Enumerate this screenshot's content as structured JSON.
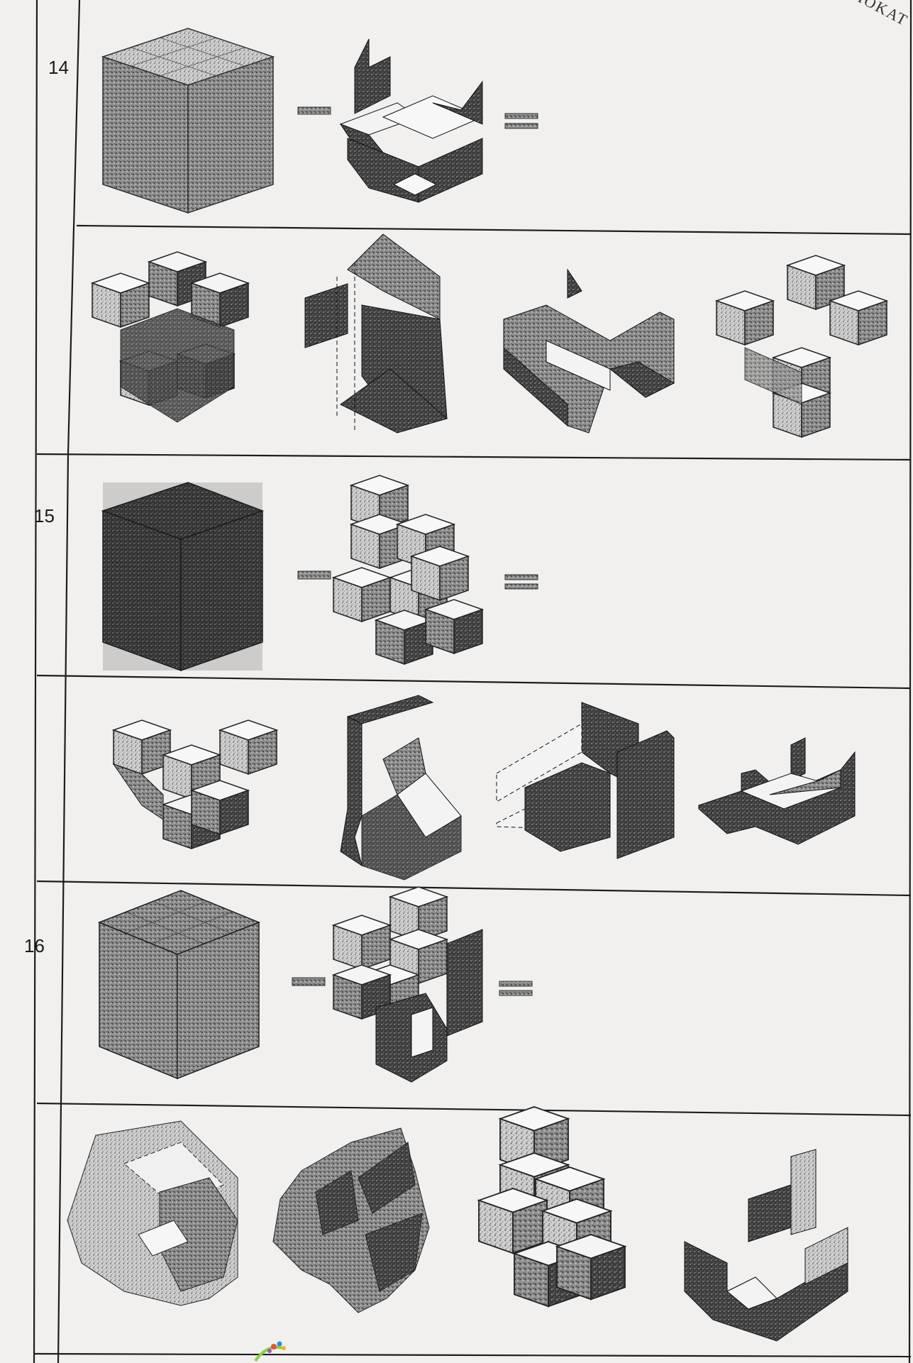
{
  "questions": [
    {
      "number": "14",
      "left_operator": "−",
      "right_operator": "="
    },
    {
      "number": "15",
      "left_operator": "−",
      "right_operator": "="
    },
    {
      "number": "16",
      "left_operator": "−",
      "right_operator": "="
    }
  ],
  "stamp_text": "ΙΟΚΑΤ",
  "colors": {
    "paper": "#f1f0ee",
    "ink": "#1a1a1a",
    "shade_dark": "#3a3a3a",
    "shade_mid": "#8a8a8a",
    "shade_light": "#d6d6d6"
  },
  "icons": [
    "cube-icon",
    "minus-icon",
    "equals-icon",
    "logo-icon"
  ]
}
